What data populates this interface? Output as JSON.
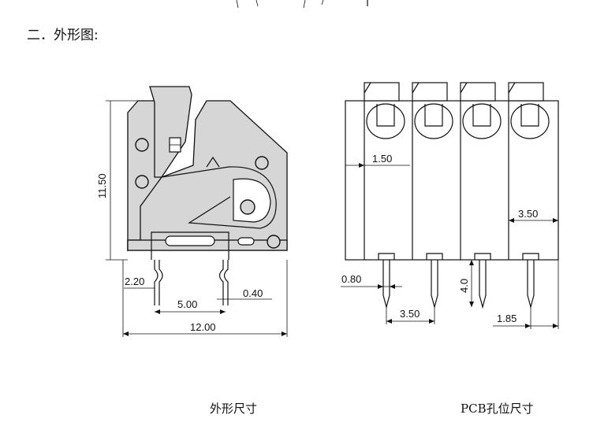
{
  "heading": "二．外形图:",
  "captions": {
    "left": "外形尺寸",
    "right": "PCB孔位尺寸"
  },
  "side_view": {
    "height": "11.50",
    "lead_offset": "2.20",
    "pitch": "5.00",
    "pin_thickness": "0.40",
    "width": "12.00"
  },
  "front_view": {
    "wall": "1.50",
    "pitch": "3.50",
    "pin_width": "0.80",
    "pin_length": "4.0",
    "pcb_pitch": "3.50",
    "pcb_edge": "1.85"
  }
}
